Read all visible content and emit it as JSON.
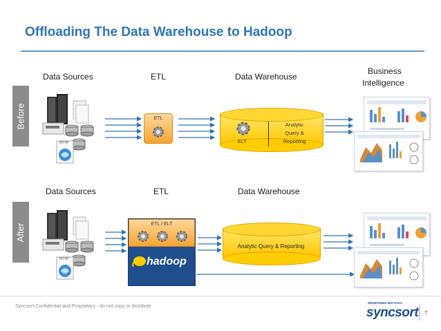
{
  "title": "Offloading The Data Warehouse to Hadoop",
  "before": {
    "side_label": "Before",
    "headers": {
      "data_sources": "Data Sources",
      "etl": "ETL",
      "data_warehouse": "Data Warehouse",
      "business_intelligence_line1": "Business",
      "business_intelligence_line2": "Intelligence"
    },
    "etl_box_label": "ETL",
    "warehouse_elt_label": "ELT",
    "warehouse_analytic_line1": "Analytic",
    "warehouse_analytic_line2": "Query &",
    "warehouse_analytic_line3": "Reporting",
    "http_label": "HTTP"
  },
  "after": {
    "side_label": "After",
    "headers": {
      "data_sources": "Data Sources",
      "etl": "ETL",
      "data_warehouse": "Data Warehouse"
    },
    "etl_box_label": "ETL / ELT",
    "hadoop_label": "hadoop",
    "warehouse_label": "Analytic Query & Reporting",
    "http_label": "HTTP"
  },
  "footer": {
    "confidential": "Syncsort Confidential and Proprietary - do not copy or distribute",
    "page_number": "7",
    "logo_text": "syncsort",
    "logo_tagline": "REDEFINING BIG DATA"
  },
  "colors": {
    "title": "#2e75b6",
    "arrow": "#2e75b6",
    "etl_orange": "#f6a430",
    "warehouse_yellow": "#ffcc00",
    "hadoop_blue": "#1f4e8c",
    "side_gray": "#8c8c8c"
  }
}
